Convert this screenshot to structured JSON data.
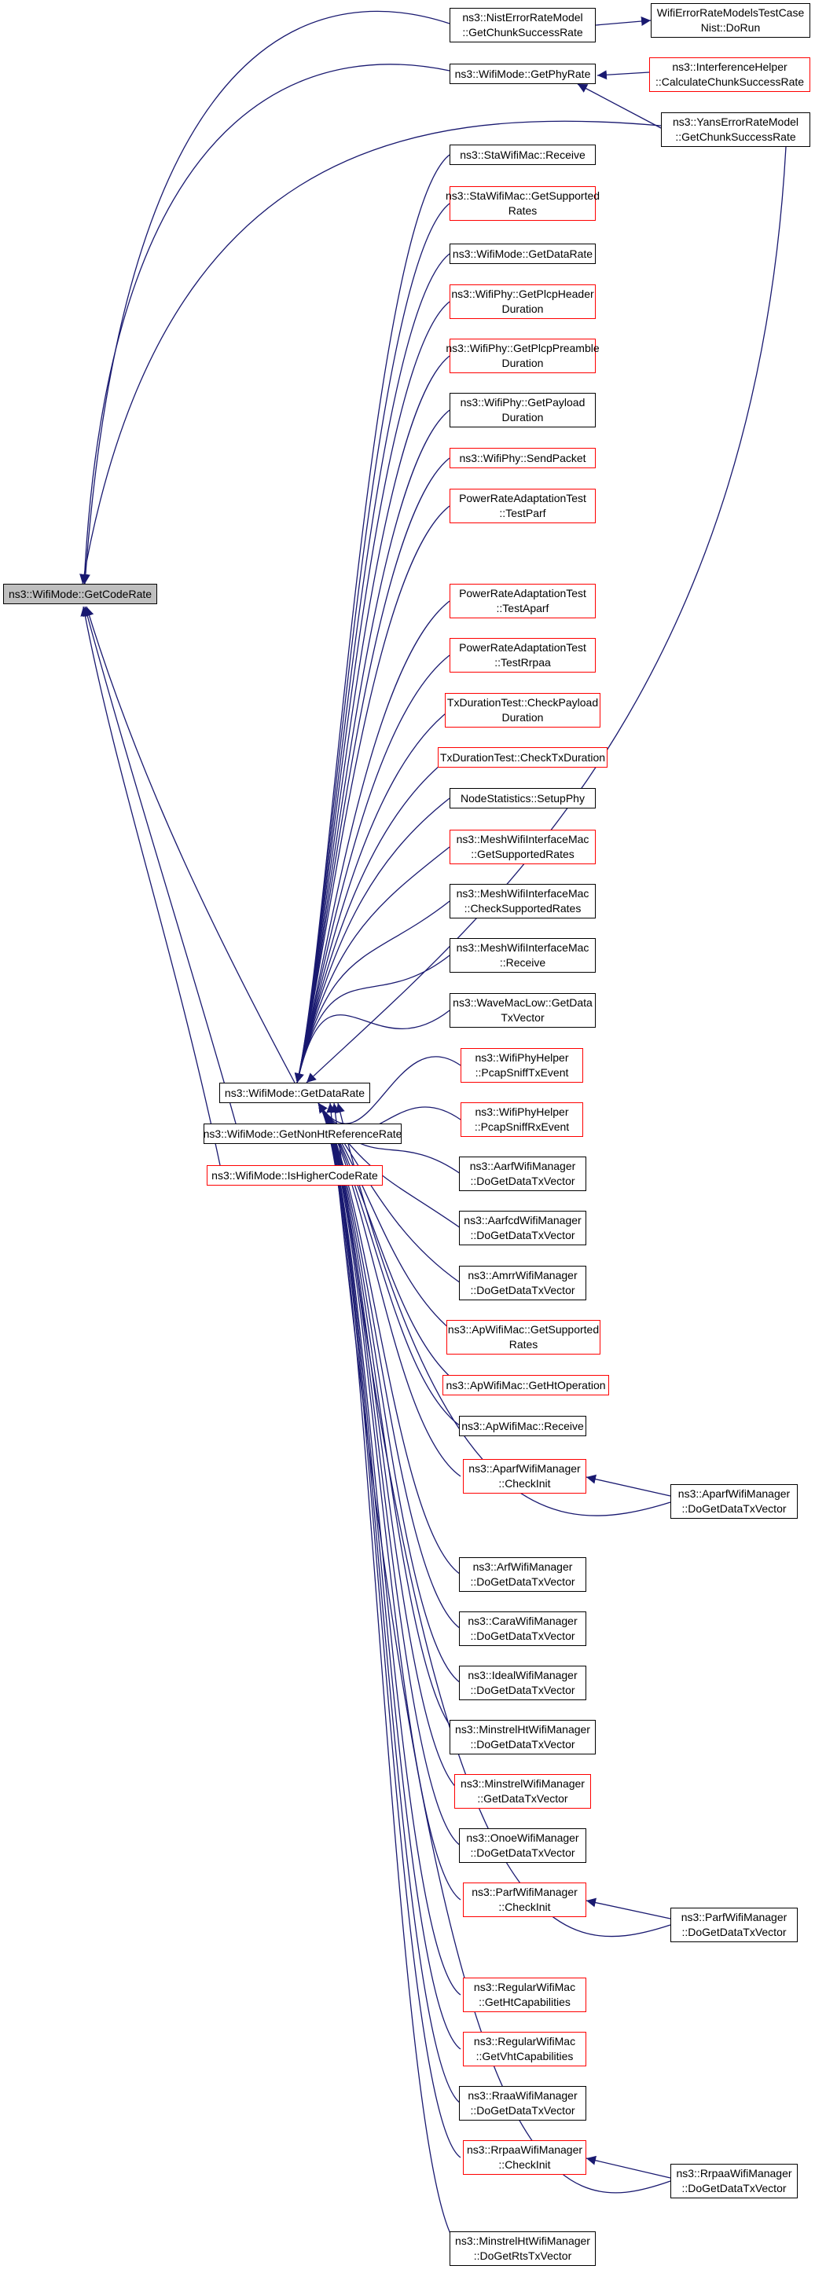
{
  "graph": {
    "colors": {
      "edge": "#191970",
      "node_border": "#000000",
      "node_border_truncated": "#ff0000",
      "focus_fill": "#bfbfbf"
    },
    "nodes": {
      "getcoderate": [
        "ns3::WifiMode::GetCodeRate"
      ],
      "nist_getchunk": [
        "ns3::NistErrorRateModel",
        "::GetChunkSuccessRate"
      ],
      "wifierror_dorun": [
        "WifiErrorRateModelsTestCase",
        "Nist::DoRun"
      ],
      "getphyrate": [
        "ns3::WifiMode::GetPhyRate"
      ],
      "interference_calc": [
        "ns3::InterferenceHelper",
        "::CalculateChunkSuccessRate"
      ],
      "yans_getchunk": [
        "ns3::YansErrorRateModel",
        "::GetChunkSuccessRate"
      ],
      "sta_receive": [
        "ns3::StaWifiMac::Receive"
      ],
      "sta_getsupported": [
        "ns3::StaWifiMac::GetSupported",
        "Rates"
      ],
      "getdatarate_top": [
        "ns3::WifiMode::GetDataRate"
      ],
      "plcpheader": [
        "ns3::WifiPhy::GetPlcpHeader",
        "Duration"
      ],
      "plcppreamble": [
        "ns3::WifiPhy::GetPlcpPreamble",
        "Duration"
      ],
      "payload": [
        "ns3::WifiPhy::GetPayload",
        "Duration"
      ],
      "sendpacket": [
        "ns3::WifiPhy::SendPacket"
      ],
      "testparf": [
        "PowerRateAdaptationTest",
        "::TestParf"
      ],
      "testaparf": [
        "PowerRateAdaptationTest",
        "::TestAparf"
      ],
      "testrrpaa": [
        "PowerRateAdaptationTest",
        "::TestRrpaa"
      ],
      "checkpayload": [
        "TxDurationTest::CheckPayload",
        "Duration"
      ],
      "checktxduration": [
        "TxDurationTest::CheckTxDuration"
      ],
      "setupphy": [
        "NodeStatistics::SetupPhy"
      ],
      "mesh_getsupported": [
        "ns3::MeshWifiInterfaceMac",
        "::GetSupportedRates"
      ],
      "mesh_checksupported": [
        "ns3::MeshWifiInterfaceMac",
        "::CheckSupportedRates"
      ],
      "mesh_receive": [
        "ns3::MeshWifiInterfaceMac",
        "::Receive"
      ],
      "wave_getdata": [
        "ns3::WaveMacLow::GetData",
        "TxVector"
      ],
      "getdatarate": [
        "ns3::WifiMode::GetDataRate"
      ],
      "getnonht": [
        "ns3::WifiMode::GetNonHtReferenceRate"
      ],
      "ishighercoderate": [
        "ns3::WifiMode::IsHigherCodeRate"
      ],
      "pcapsnifftx": [
        "ns3::WifiPhyHelper",
        "::PcapSniffTxEvent"
      ],
      "pcapsniffrx": [
        "ns3::WifiPhyHelper",
        "::PcapSniffRxEvent"
      ],
      "aarf": [
        "ns3::AarfWifiManager",
        "::DoGetDataTxVector"
      ],
      "aarfcd": [
        "ns3::AarfcdWifiManager",
        "::DoGetDataTxVector"
      ],
      "amrr": [
        "ns3::AmrrWifiManager",
        "::DoGetDataTxVector"
      ],
      "ap_getsupported": [
        "ns3::ApWifiMac::GetSupported",
        "Rates"
      ],
      "ap_getht": [
        "ns3::ApWifiMac::GetHtOperation"
      ],
      "ap_receive": [
        "ns3::ApWifiMac::Receive"
      ],
      "aparf_checkinit": [
        "ns3::AparfWifiManager",
        "::CheckInit"
      ],
      "aparf_dogetdata": [
        "ns3::AparfWifiManager",
        "::DoGetDataTxVector"
      ],
      "arf": [
        "ns3::ArfWifiManager",
        "::DoGetDataTxVector"
      ],
      "cara": [
        "ns3::CaraWifiManager",
        "::DoGetDataTxVector"
      ],
      "ideal": [
        "ns3::IdealWifiManager",
        "::DoGetDataTxVector"
      ],
      "minstrelht": [
        "ns3::MinstrelHtWifiManager",
        "::DoGetDataTxVector"
      ],
      "minstrel": [
        "ns3::MinstrelWifiManager",
        "::GetDataTxVector"
      ],
      "onoe": [
        "ns3::OnoeWifiManager",
        "::DoGetDataTxVector"
      ],
      "parf_checkinit": [
        "ns3::ParfWifiManager",
        "::CheckInit"
      ],
      "parf_dogetdata": [
        "ns3::ParfWifiManager",
        "::DoGetDataTxVector"
      ],
      "regular_ht": [
        "ns3::RegularWifiMac",
        "::GetHtCapabilities"
      ],
      "regular_vht": [
        "ns3::RegularWifiMac",
        "::GetVhtCapabilities"
      ],
      "rraa": [
        "ns3::RraaWifiManager",
        "::DoGetDataTxVector"
      ],
      "rrpaa_checkinit": [
        "ns3::RrpaaWifiManager",
        "::CheckInit"
      ],
      "rrpaa_dogetdata": [
        "ns3::RrpaaWifiManager",
        "::DoGetDataTxVector"
      ],
      "minstrelht_rts": [
        "ns3::MinstrelHtWifiManager",
        "::DoGetRtsTxVector"
      ]
    }
  }
}
